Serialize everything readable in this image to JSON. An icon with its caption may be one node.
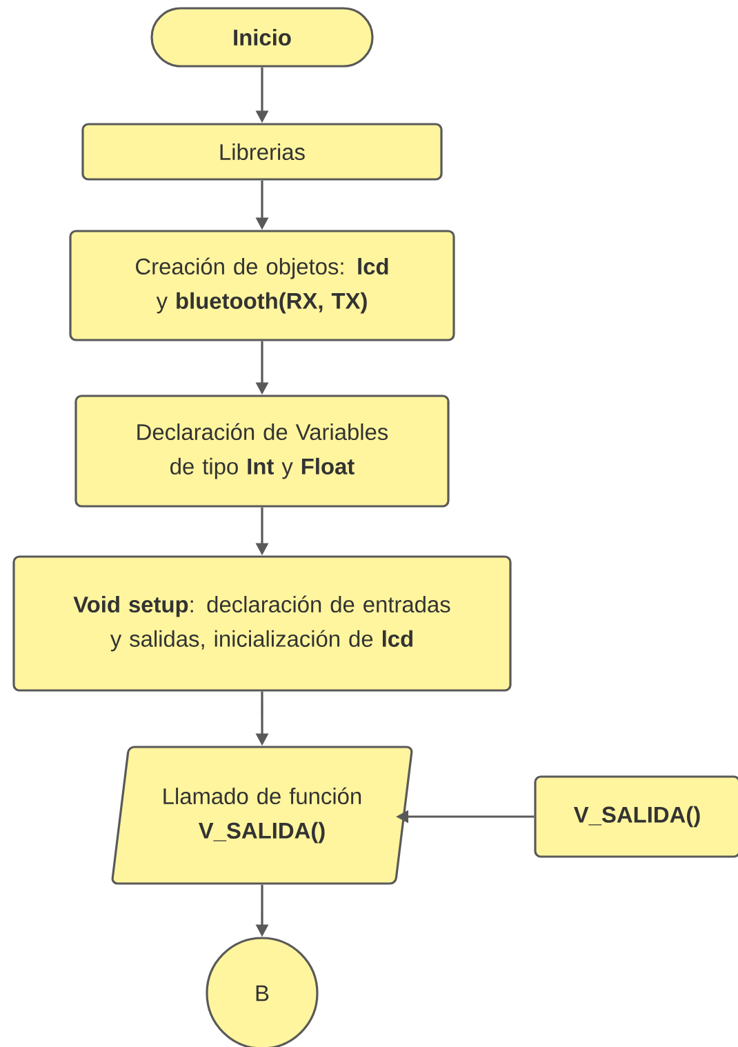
{
  "diagram": {
    "nodes": [
      {
        "text": [
          "Inicio"
        ]
      },
      {
        "text": [
          "Librerias"
        ]
      },
      {
        "text": [
          "Creación de objetos: **lcd** y **bluetooth(RX, TX)**"
        ]
      },
      {
        "text": [
          "Declaración de Variables de tipo **Int** y **Float**"
        ]
      },
      {
        "text": [
          "**Void setup**: declaración de entradas y salidas, inicialización de **lcd**"
        ]
      },
      {
        "text": [
          "Llamado de función **V_SALIDA()**"
        ]
      },
      {
        "text": [
          "V_SALIDA()"
        ]
      },
      {
        "text": [
          "B"
        ]
      }
    ],
    "edges": [
      {
        "from": 0,
        "to": 1,
        "arrow": "to"
      },
      {
        "from": 1,
        "to": 2,
        "arrow": "to"
      },
      {
        "from": 2,
        "to": 3,
        "arrow": "to"
      },
      {
        "from": 3,
        "to": 4,
        "arrow": "to"
      },
      {
        "from": 4,
        "to": 5,
        "arrow": "to"
      },
      {
        "from": 6,
        "to": 5,
        "arrow": "to"
      },
      {
        "from": 5,
        "to": 7,
        "arrow": "to"
      }
    ]
  }
}
